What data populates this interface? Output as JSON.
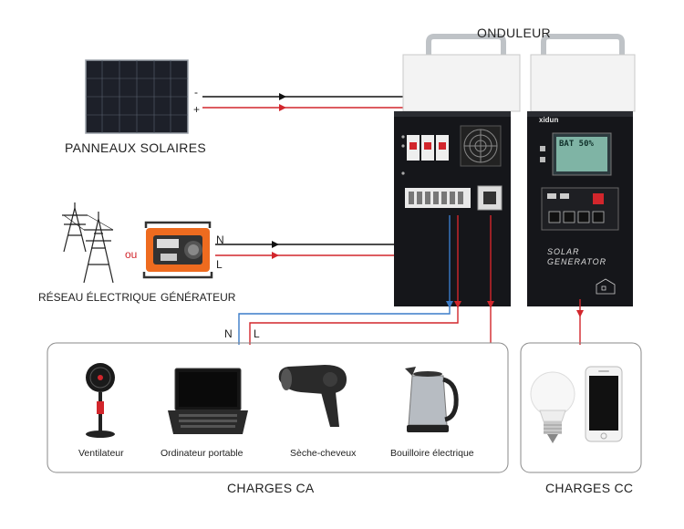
{
  "title": "ONDULEUR",
  "solar": {
    "label": "PANNEAUX SOLAIRES",
    "minus": "-",
    "plus": "+"
  },
  "grid": {
    "label": "RÉSEAU ÉLECTRIQUE",
    "or": "ou",
    "generator_label": "GÉNÉRATEUR",
    "n": "N",
    "l": "L"
  },
  "ac_out": {
    "n": "N",
    "l": "L"
  },
  "ac_loads": {
    "title": "CHARGES CA",
    "items": [
      {
        "label": "Ventilateur",
        "icon": "fan-icon"
      },
      {
        "label": "Ordinateur portable",
        "icon": "laptop-icon"
      },
      {
        "label": "Sèche-cheveux",
        "icon": "hair-dryer-icon"
      },
      {
        "label": "Bouilloire électrique",
        "icon": "kettle-icon"
      }
    ]
  },
  "dc_loads": {
    "title": "CHARGES CC",
    "items": [
      {
        "icon": "light-bulb-icon"
      },
      {
        "icon": "smartphone-icon"
      }
    ]
  },
  "device": {
    "brand": "xidun",
    "display_text": "BAT 50%",
    "panel_text_1": "SOLAR",
    "panel_text_2": "GENERATOR"
  },
  "colors": {
    "positive": "#d2262c",
    "negative": "#111111",
    "neutral_out": "#3a7bc8"
  }
}
